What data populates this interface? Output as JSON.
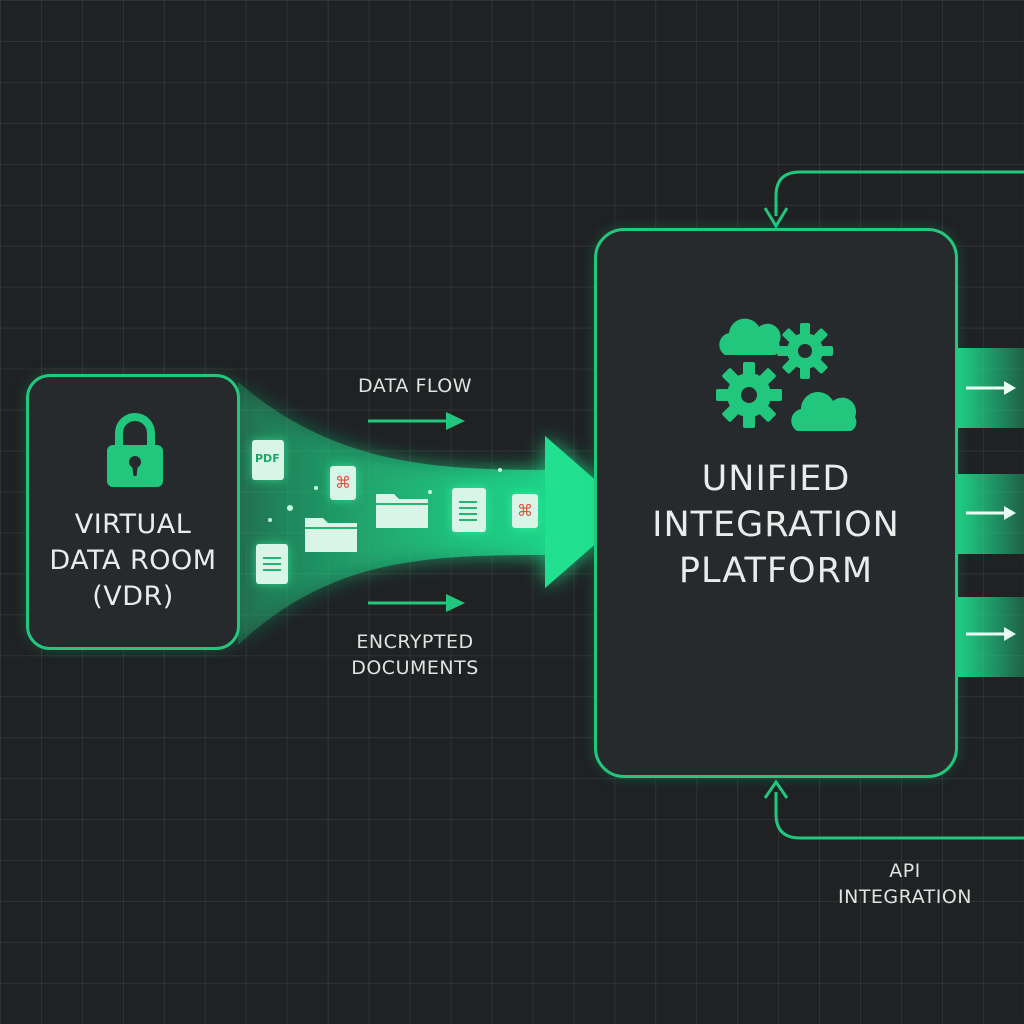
{
  "nodes": {
    "vdr": {
      "label": "VIRTUAL\nDATA ROOM\n(VDR)",
      "icon": "lock-icon"
    },
    "platform": {
      "label": "UNIFIED\nINTEGRATION\nPLATFORM",
      "icon": "cloud-gears-icon"
    }
  },
  "edges": {
    "data_flow_label": "DATA FLOW",
    "encrypted_label": "ENCRYPTED\nDOCUMENTS",
    "api_label": "API\nINTEGRATION"
  },
  "documents": {
    "pdf_badge": "PDF",
    "items": [
      "pdf-doc-icon",
      "pdf-file-icon",
      "folder-icon",
      "text-doc-icon",
      "pdf-file-icon",
      "folder-icon",
      "text-doc-icon"
    ]
  },
  "colors": {
    "accent": "#22c77e",
    "background": "#1f2123",
    "node_fill": "#272a2c",
    "text": "#e9ecea"
  }
}
